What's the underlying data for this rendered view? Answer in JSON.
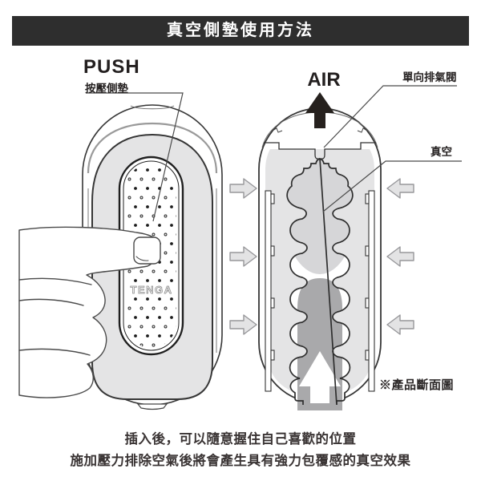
{
  "header": {
    "title": "真空側墊使用方法"
  },
  "left_figure": {
    "push_label": "PUSH",
    "press_pad_label": "按壓側墊",
    "brand_logo": "TENGA"
  },
  "right_figure": {
    "air_label": "AIR",
    "valve_label": "單向排氣閥",
    "vacuum_label": "真空",
    "section_note": "※產品斷面圖"
  },
  "caption": {
    "line1": "插入後，可以隨意握住自己喜歡的位置",
    "line2": "施加壓力排除空氣後將會產生具有強力包覆感的真空效果"
  },
  "colors": {
    "header_bg": "#2e2e2e",
    "header_text": "#ffffff",
    "outline": "#363636",
    "panel_gray": "#e4e4e5",
    "vacuum_gray": "#d6d6d8",
    "shaft_gray": "#a9a9ab",
    "side_arrow_fill": "#e3e3e4",
    "air_arrow": "#26211e"
  }
}
